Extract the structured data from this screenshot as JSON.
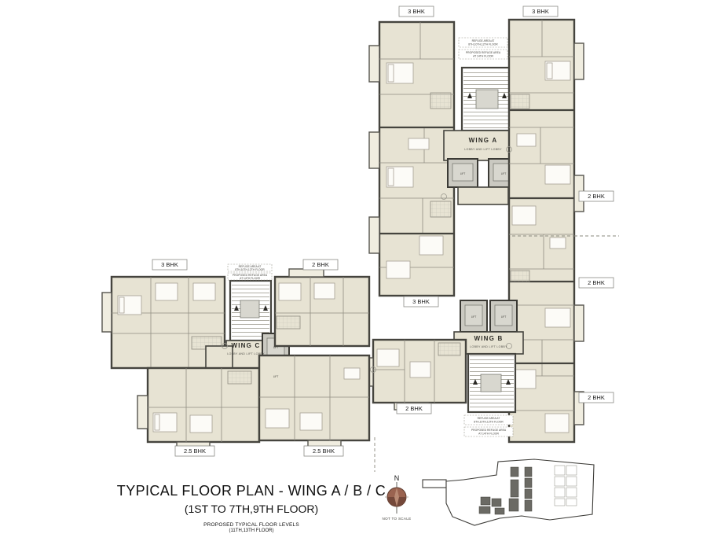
{
  "title_block": {
    "title": "TYPICAL FLOOR PLAN - WING A / B / C",
    "subtitle": "(1ST TO 7TH,9TH FLOOR)",
    "note_line1": "PROPOSED TYPICAL FLOOR LEVELS",
    "note_line2": "(11TH,13TH FLOOR)"
  },
  "compass": {
    "letter": "N",
    "caption": "NOT TO SCALE"
  },
  "wings": {
    "wing_a": {
      "name": "WING A",
      "sub": "LOBBY AND LIFT LOBBY"
    },
    "wing_b": {
      "name": "WING B",
      "sub": "LOBBY AND LIFT LOBBY"
    },
    "wing_c": {
      "name": "WING C",
      "sub": "LOBBY AND LIFT LOBBY"
    }
  },
  "unit_labels": {
    "top_left_3bhk": "3 BHK",
    "top_right_3bhk": "3 BHK",
    "right_2bhk_1": "2 BHK",
    "right_2bhk_2": "2 BHK",
    "right_2bhk_3": "2 BHK",
    "wingc_3bhk": "3 BHK",
    "wingc_2bhk": "2 BHK",
    "mid_3bhk": "3 BHK",
    "mid_2bhk": "2 BHK",
    "bottom_25bhk_left": "2.5 BHK",
    "bottom_25bhk_right": "2.5 BHK"
  },
  "notes": {
    "refuge_line1": "REFUGE AREA AT",
    "refuge_line2": "8TH,10TH,12TH FLOOR",
    "proposed_line1": "PROPOSED REFUGE AREA",
    "proposed_line2": "AT 14TH FLOOR"
  },
  "lift_label": "LIFT",
  "colors": {
    "unit_fill": "#e7e3d3",
    "wall": "#45443e",
    "lift_fill": "#cac9c1",
    "compass_brown": "#9a6350",
    "background": "#ffffff"
  }
}
